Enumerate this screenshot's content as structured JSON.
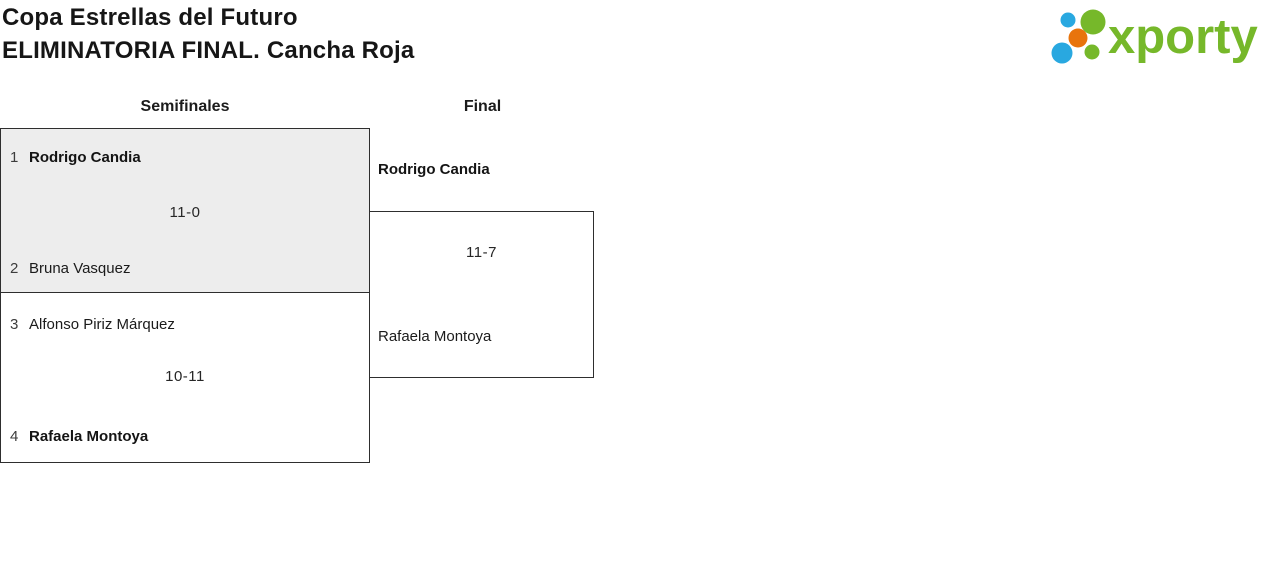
{
  "page": {
    "title_line1": "Copa Estrellas del Futuro",
    "title_line2": "ELIMINATORIA FINAL. Cancha Roja"
  },
  "logo": {
    "text": "xporty",
    "colors": {
      "green": "#76b82a",
      "blue": "#29a8e0",
      "orange": "#e8740c"
    }
  },
  "rounds": {
    "semifinals_label": "Semifinales",
    "final_label": "Final"
  },
  "matches": {
    "semifinal1": {
      "seed1": "1",
      "player1": "Rodrigo Candia",
      "score": "11-0",
      "seed2": "2",
      "player2": "Bruna Vasquez",
      "winner": "player1",
      "highlighted": true
    },
    "semifinal2": {
      "seed1": "3",
      "player1": "Alfonso Piriz Márquez",
      "score": "10-11",
      "seed2": "4",
      "player2": "Rafaela Montoya",
      "winner": "player2",
      "highlighted": false
    },
    "final": {
      "player1": "Rodrigo Candia",
      "score": "11-7",
      "player2": "Rafaela Montoya",
      "winner": "player1"
    }
  },
  "colors": {
    "highlight_fill": "#ededed",
    "box_border": "#2e2e2e",
    "text": "#1b1b1b"
  }
}
